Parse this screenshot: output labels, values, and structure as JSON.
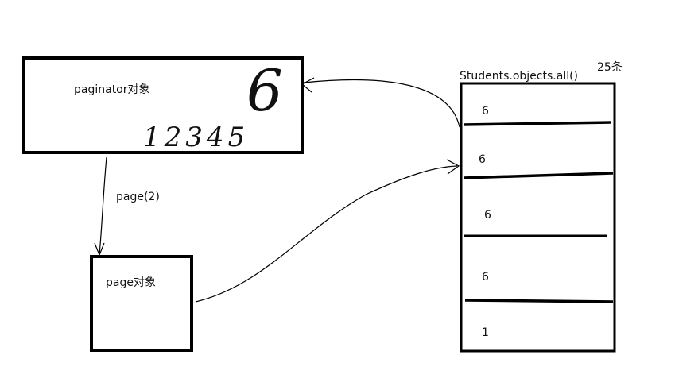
{
  "paginator": {
    "label": "paginator对象",
    "num_pages": "6",
    "page_range": "12345"
  },
  "page_call": "page(2)",
  "page_obj": {
    "label": "page对象"
  },
  "queryset": {
    "label": "Students.objects.all()",
    "total": "25条",
    "chunks": [
      "6",
      "6",
      "6",
      "6",
      "1"
    ]
  }
}
